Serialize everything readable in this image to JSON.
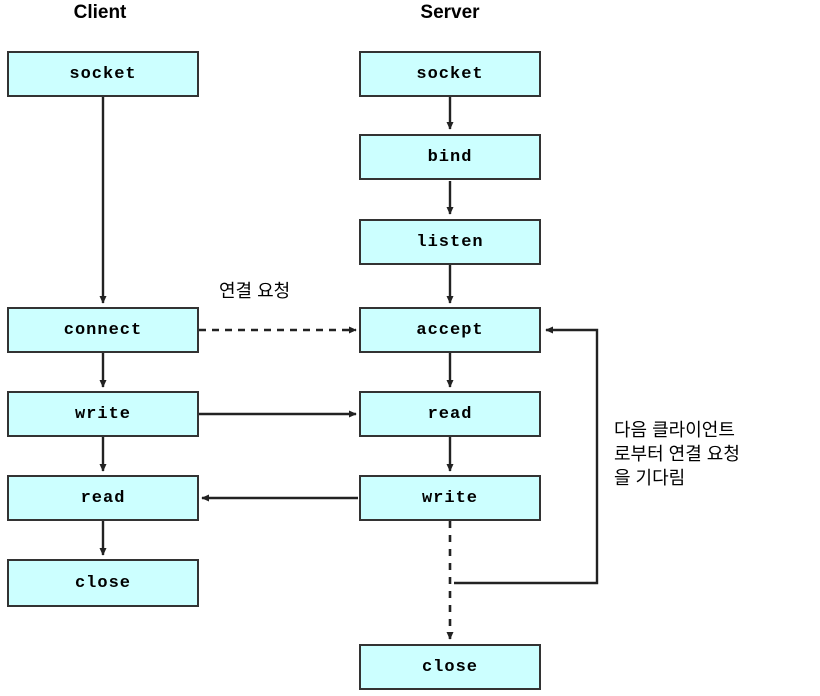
{
  "diagram": {
    "title_client": "Client",
    "title_server": "Server",
    "colors": {
      "node_fill": "#ccffff",
      "node_border": "#333333",
      "line": "#222222",
      "text": "#000000",
      "background": "#ffffff"
    },
    "client_nodes": [
      {
        "id": "client-socket",
        "label": "socket"
      },
      {
        "id": "client-connect",
        "label": "connect"
      },
      {
        "id": "client-write",
        "label": "write"
      },
      {
        "id": "client-read",
        "label": "read"
      },
      {
        "id": "client-close",
        "label": "close"
      }
    ],
    "server_nodes": [
      {
        "id": "server-socket",
        "label": "socket"
      },
      {
        "id": "server-bind",
        "label": "bind"
      },
      {
        "id": "server-listen",
        "label": "listen"
      },
      {
        "id": "server-accept",
        "label": "accept"
      },
      {
        "id": "server-read",
        "label": "read"
      },
      {
        "id": "server-write",
        "label": "write"
      },
      {
        "id": "server-close",
        "label": "close"
      }
    ],
    "edge_labels": {
      "connection_request": "연결 요청"
    },
    "annotations": {
      "wait_next_client": "다음 클라이언트\n로부터 연결 요청\n을 기다림"
    },
    "edges": [
      {
        "from": "client-socket",
        "to": "client-connect",
        "style": "solid",
        "direction": "down"
      },
      {
        "from": "client-connect",
        "to": "client-write",
        "style": "solid",
        "direction": "down"
      },
      {
        "from": "client-write",
        "to": "client-read",
        "style": "solid",
        "direction": "down"
      },
      {
        "from": "client-read",
        "to": "client-close",
        "style": "solid",
        "direction": "down"
      },
      {
        "from": "server-socket",
        "to": "server-bind",
        "style": "solid",
        "direction": "down"
      },
      {
        "from": "server-bind",
        "to": "server-listen",
        "style": "solid",
        "direction": "down"
      },
      {
        "from": "server-listen",
        "to": "server-accept",
        "style": "solid",
        "direction": "down"
      },
      {
        "from": "server-accept",
        "to": "server-read",
        "style": "solid",
        "direction": "down"
      },
      {
        "from": "server-read",
        "to": "server-write",
        "style": "solid",
        "direction": "down"
      },
      {
        "from": "server-write",
        "to": "server-close",
        "style": "dashed",
        "direction": "down"
      },
      {
        "from": "client-connect",
        "to": "server-accept",
        "style": "dashed",
        "direction": "right",
        "label": "연결 요청"
      },
      {
        "from": "client-write",
        "to": "server-read",
        "style": "solid",
        "direction": "right"
      },
      {
        "from": "server-write",
        "to": "client-read",
        "style": "solid",
        "direction": "left"
      },
      {
        "from": "server-write",
        "to": "server-accept",
        "style": "solid",
        "direction": "loop-right"
      }
    ]
  }
}
